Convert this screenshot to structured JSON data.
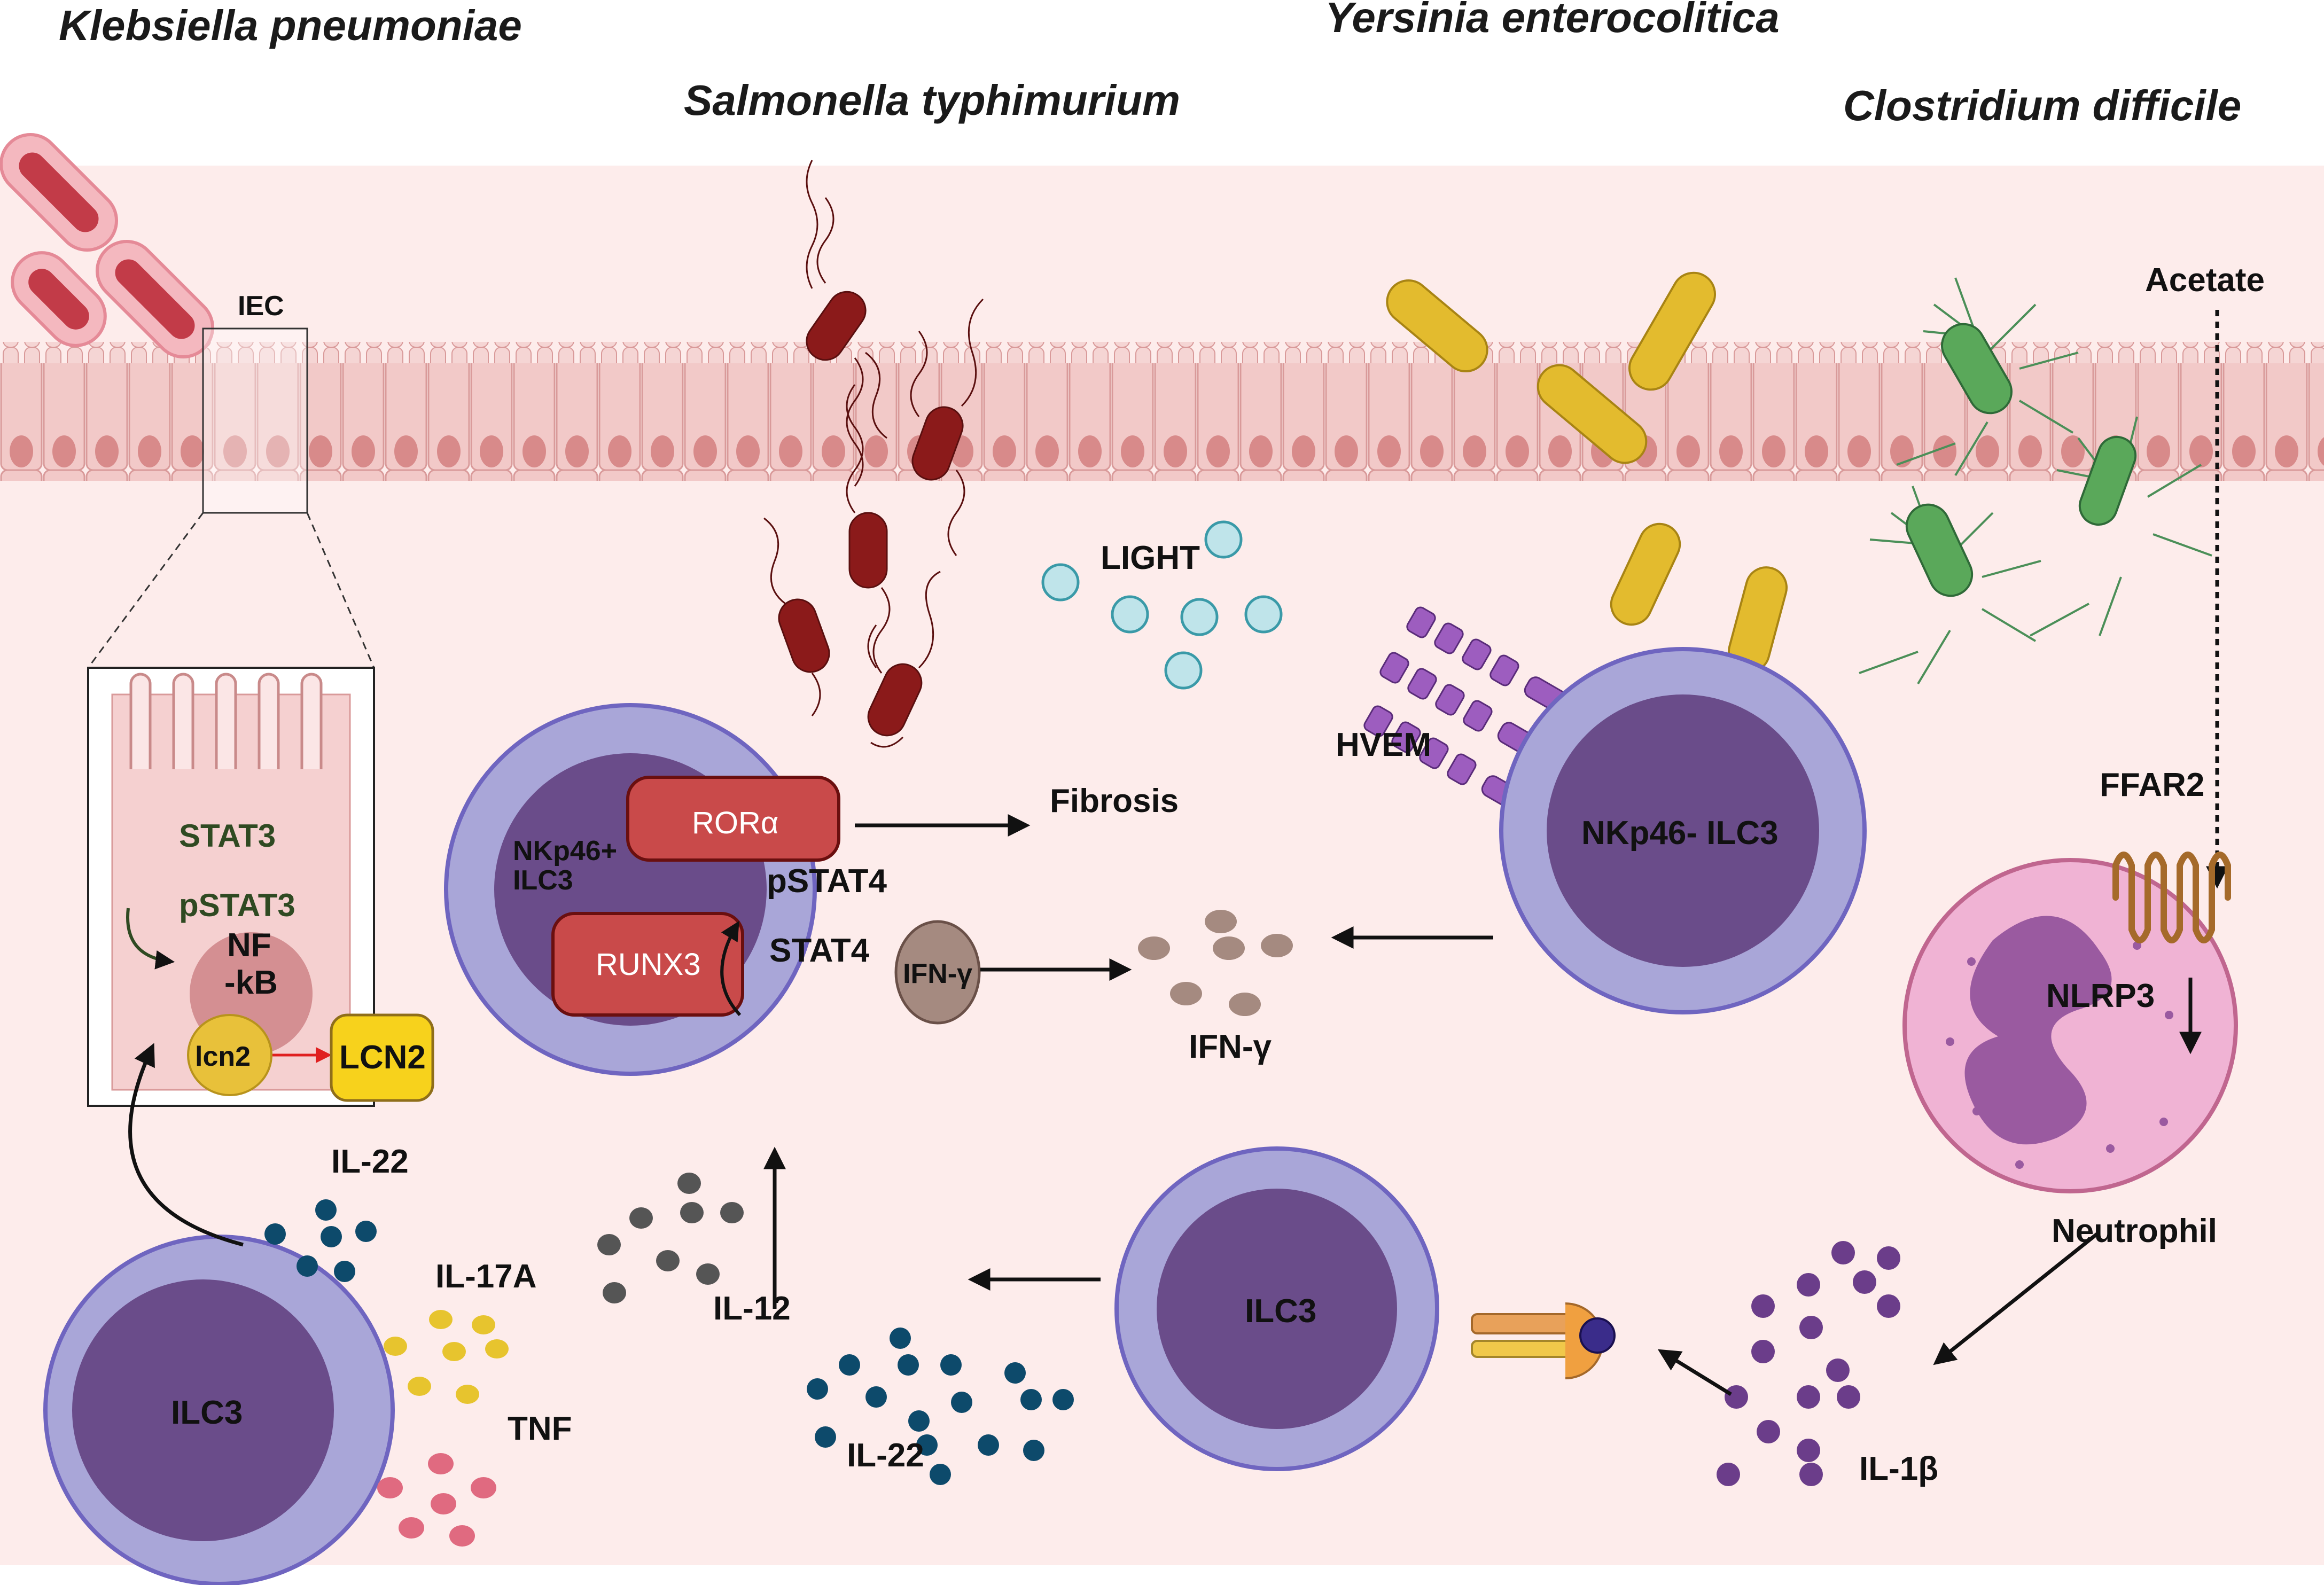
{
  "pathogens": {
    "klebsiella": "Klebsiella pneumoniae",
    "salmonella": "Salmonella typhimurium",
    "yersinia": "Yersinia enterocolitica",
    "clostridium": "Clostridium  difficile"
  },
  "inset": {
    "iec": "IEC",
    "stat3": "STAT3",
    "pstat3": "pSTAT3",
    "nfkb_1": "NF",
    "nfkb_2": "-kB",
    "lcn2_gene": "lcn2",
    "lcn2_protein": "LCN2"
  },
  "labels": {
    "light": "LIGHT",
    "hvem": "HVEM",
    "fibrosis": "Fibrosis",
    "nkp46_pos_1": "NKp46+",
    "nkp46_pos_2": "ILC3",
    "rora": "RORα",
    "runx3": "RUNX3",
    "pstat4": "pSTAT4",
    "stat4": "STAT4",
    "ifng_cell": "IFN-γ",
    "ifng": "IFN-γ",
    "nkp46_neg": "NKp46- ILC3",
    "acetate": "Acetate",
    "ffar2": "FFAR2",
    "nlrp3": "NLRP3",
    "neutrophil": "Neutrophil",
    "il1b": "IL-1β",
    "ilc3_mid": "ILC3",
    "il22_mid": "IL-22",
    "il12": "IL-12",
    "ilc3_left": "ILC3",
    "il22_left": "IL-22",
    "il17a": "IL-17A",
    "tnf": "TNF"
  },
  "colors": {
    "tissue": "#fdeceb",
    "epithelium": "#f2c9c8",
    "cell_outer": "#a9a6d8",
    "cell_inner": "#6a4c8a",
    "salmonella": "#8b1a1a",
    "yersinia": "#e3bb2e",
    "clostridium": "#5aa85a",
    "light_dot": "#bfe4ea",
    "il22_dot": "#0d4a6b",
    "il1b_dot": "#6b3d8a",
    "il12_dot": "#555555",
    "il17a_dot": "#e7c42e",
    "tnf_dot": "#e06a80",
    "ifng_dot": "#a58a80",
    "neutrophil": "#f0b3d4",
    "box_red": "#c94a4a"
  }
}
